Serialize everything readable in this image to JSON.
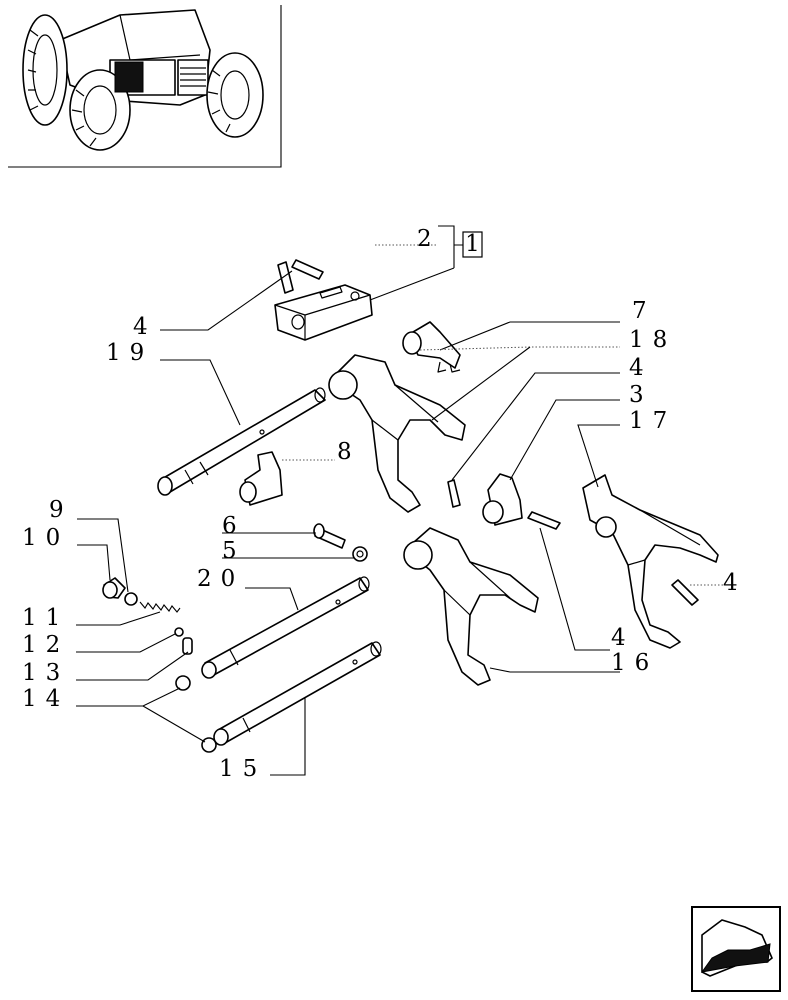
{
  "diagram": {
    "kit_ref": "1",
    "callouts": {
      "c2": "2",
      "c4a": "4",
      "c19": "19",
      "c7": "7",
      "c18": "18",
      "c4b": "4",
      "c3": "3",
      "c17": "17",
      "c8": "8",
      "c9": "9",
      "c10": "10",
      "c6": "6",
      "c5": "5",
      "c20": "20",
      "c4c": "4",
      "c11": "11",
      "c12": "12",
      "c13": "13",
      "c4d": "4",
      "c16": "16",
      "c14": "14",
      "c15": "15"
    }
  }
}
